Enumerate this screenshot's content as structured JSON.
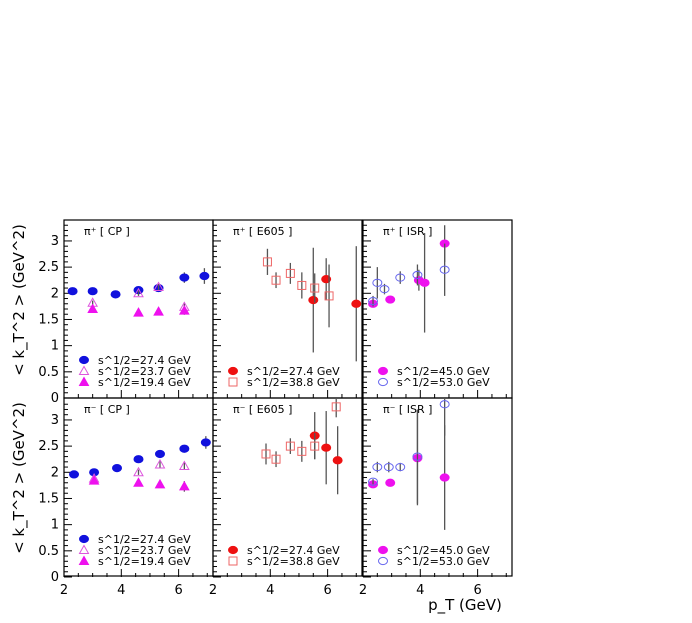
{
  "chart_data": {
    "type": "scatter",
    "ylabel": "< k_T^2 > (GeV^2)",
    "xlabel": "p_T (GeV)",
    "xlim": [
      2,
      7.2
    ],
    "ylim": [
      0,
      3.4
    ],
    "yticks": [
      "0",
      "0.5",
      "1",
      "1.5",
      "2",
      "2.5",
      "3"
    ],
    "xticks": [
      "2",
      "4",
      "6"
    ],
    "errorbar_color": "#555555",
    "panels": [
      {
        "id": "pip-cp",
        "row": 0,
        "col": 0,
        "title": "π⁺ [ CP ]",
        "series": [
          {
            "name": "s^1/2=27.4 GeV",
            "marker": "circle",
            "filled": true,
            "color": "#1111dd",
            "x": [
              2.3,
              3.0,
              3.8,
              4.6,
              5.3,
              6.2,
              6.9
            ],
            "y": [
              2.04,
              2.04,
              1.98,
              2.06,
              2.1,
              2.3,
              2.33
            ],
            "err": [
              0.04,
              0.04,
              0.06,
              0.04,
              0.05,
              0.1,
              0.15
            ]
          },
          {
            "name": "s^1/2=23.7 GeV",
            "marker": "triangle",
            "filled": false,
            "color": "#dd55dd",
            "x": [
              3.0,
              4.6,
              5.3,
              6.2
            ],
            "y": [
              1.82,
              2.0,
              2.12,
              1.74
            ],
            "err": [
              0.04,
              0.05,
              0.06,
              0.08
            ]
          },
          {
            "name": "s^1/2=19.4 GeV",
            "marker": "triangle",
            "filled": true,
            "color": "#ee11ee",
            "x": [
              3.0,
              4.6,
              5.3,
              6.2
            ],
            "y": [
              1.7,
              1.63,
              1.65,
              1.67
            ],
            "err": [
              0.04,
              0.04,
              0.06,
              0.08
            ]
          }
        ]
      },
      {
        "id": "pip-e605",
        "row": 0,
        "col": 1,
        "title": "π⁺ [ E605 ]",
        "series": [
          {
            "name": "s^1/2=27.4 GeV",
            "marker": "circle",
            "filled": true,
            "color": "#ee1111",
            "x": [
              5.5,
              5.95,
              7.0
            ],
            "y": [
              1.87,
              2.27,
              1.8
            ],
            "err": [
              1.0,
              0.4,
              1.1
            ]
          },
          {
            "name": "s^1/2=38.8 GeV",
            "marker": "square",
            "filled": false,
            "color": "#ee6666",
            "x": [
              3.9,
              4.2,
              4.7,
              5.1,
              5.55,
              6.05
            ],
            "y": [
              2.6,
              2.25,
              2.38,
              2.15,
              2.1,
              1.95
            ],
            "err": [
              0.25,
              0.15,
              0.2,
              0.25,
              0.28,
              0.6
            ]
          }
        ]
      },
      {
        "id": "pip-isr",
        "row": 0,
        "col": 2,
        "title": "π⁺ [ ISR ]",
        "series": [
          {
            "name": "s^1/2=45.0 GeV",
            "marker": "circle",
            "filled": true,
            "color": "#ee11ee",
            "x": [
              2.35,
              2.95,
              3.95,
              4.15,
              4.85
            ],
            "y": [
              1.8,
              1.88,
              2.25,
              2.2,
              2.95
            ],
            "err": [
              0.05,
              0.05,
              0.2,
              0.95,
              0.35
            ]
          },
          {
            "name": "s^1/2=53.0 GeV",
            "marker": "circle",
            "filled": false,
            "color": "#6666ee",
            "x": [
              2.35,
              2.5,
              2.75,
              3.3,
              3.9,
              4.85
            ],
            "y": [
              1.85,
              2.2,
              2.08,
              2.3,
              2.35,
              2.45
            ],
            "err": [
              0.1,
              0.3,
              0.1,
              0.12,
              0.2,
              0.5
            ]
          }
        ]
      },
      {
        "id": "pim-cp",
        "row": 1,
        "col": 0,
        "title": "π⁻ [ CP ]",
        "series": [
          {
            "name": "s^1/2=27.4 GeV",
            "marker": "circle",
            "filled": true,
            "color": "#1111dd",
            "x": [
              2.35,
              3.05,
              3.85,
              4.6,
              5.35,
              6.2,
              6.95
            ],
            "y": [
              1.96,
              2.0,
              2.08,
              2.25,
              2.35,
              2.45,
              2.57
            ],
            "err": [
              0.04,
              0.04,
              0.04,
              0.05,
              0.05,
              0.06,
              0.12
            ]
          },
          {
            "name": "s^1/2=23.7 GeV",
            "marker": "triangle",
            "filled": false,
            "color": "#dd55dd",
            "x": [
              3.05,
              4.6,
              5.35,
              6.2
            ],
            "y": [
              1.88,
              2.0,
              2.15,
              2.12
            ],
            "err": [
              0.04,
              0.05,
              0.06,
              0.07
            ]
          },
          {
            "name": "s^1/2=19.4 GeV",
            "marker": "triangle",
            "filled": true,
            "color": "#ee11ee",
            "x": [
              3.05,
              4.6,
              5.35,
              6.2
            ],
            "y": [
              1.84,
              1.8,
              1.77,
              1.73
            ],
            "err": [
              0.04,
              0.04,
              0.05,
              0.1
            ]
          }
        ]
      },
      {
        "id": "pim-e605",
        "row": 1,
        "col": 1,
        "title": "π⁻ [ E605 ]",
        "series": [
          {
            "name": "s^1/2=27.4 GeV",
            "marker": "circle",
            "filled": true,
            "color": "#ee1111",
            "x": [
              5.55,
              5.95,
              6.35
            ],
            "y": [
              2.7,
              2.47,
              2.23
            ],
            "err": [
              0.45,
              0.7,
              0.65
            ]
          },
          {
            "name": "s^1/2=38.8 GeV",
            "marker": "square",
            "filled": false,
            "color": "#ee6666",
            "x": [
              3.85,
              4.2,
              4.7,
              5.1,
              5.55,
              6.3
            ],
            "y": [
              2.35,
              2.25,
              2.5,
              2.4,
              2.5,
              3.25
            ],
            "err": [
              0.2,
              0.15,
              0.15,
              0.2,
              0.25,
              0.2
            ]
          }
        ]
      },
      {
        "id": "pim-isr",
        "row": 1,
        "col": 2,
        "title": "π⁻ [ ISR ]",
        "series": [
          {
            "name": "s^1/2=45.0 GeV",
            "marker": "circle",
            "filled": true,
            "color": "#ee11ee",
            "x": [
              2.35,
              2.95,
              3.9,
              4.85
            ],
            "y": [
              1.77,
              1.8,
              2.27,
              1.9
            ],
            "err": [
              0.05,
              0.05,
              0.9,
              1.0
            ]
          },
          {
            "name": "s^1/2=53.0 GeV",
            "marker": "circle",
            "filled": false,
            "color": "#6666ee",
            "x": [
              2.35,
              2.5,
              2.9,
              3.3,
              3.9,
              4.85
            ],
            "y": [
              1.82,
              2.1,
              2.1,
              2.1,
              2.3,
              3.3
            ],
            "err": [
              0.05,
              0.1,
              0.1,
              0.08,
              0.9,
              0.6
            ]
          }
        ]
      }
    ]
  }
}
